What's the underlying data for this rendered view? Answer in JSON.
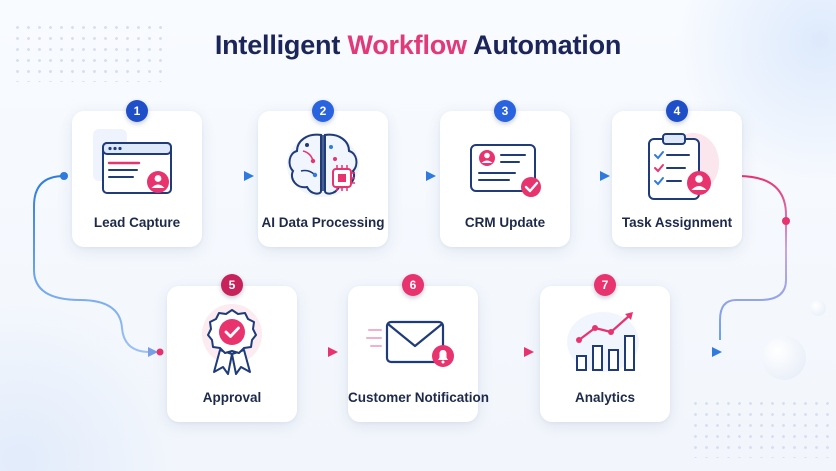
{
  "title": {
    "part1": "Intelligent",
    "part2": "Workflow",
    "part3": "Automation"
  },
  "colors": {
    "navy": "#1b2559",
    "accent_pink": "#e23a78",
    "flow_blue": "#2f7be0",
    "flow_pink": "#e8336f"
  },
  "steps": [
    {
      "number": "1",
      "label": "Lead Capture",
      "icon": "browser-user-icon"
    },
    {
      "number": "2",
      "label": "AI Data Processing",
      "icon": "ai-brain-chip-icon"
    },
    {
      "number": "3",
      "label": "CRM Update",
      "icon": "profile-card-check-icon"
    },
    {
      "number": "4",
      "label": "Task Assignment",
      "icon": "clipboard-checklist-icon"
    },
    {
      "number": "5",
      "label": "Approval",
      "icon": "approval-badge-icon"
    },
    {
      "number": "6",
      "label": "Customer Notification",
      "icon": "envelope-bell-icon"
    },
    {
      "number": "7",
      "label": "Analytics",
      "icon": "bar-chart-trend-icon"
    }
  ]
}
